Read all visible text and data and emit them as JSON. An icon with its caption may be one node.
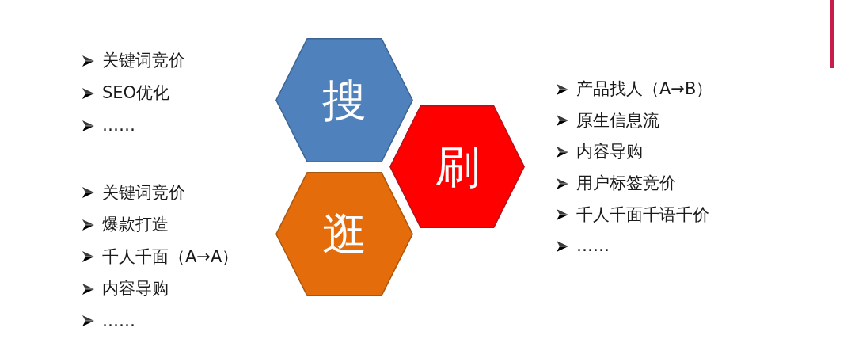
{
  "diagram": {
    "nodes": [
      {
        "text": [
          "搜"
        ],
        "beside": [
          "关键词竞价",
          "SEO优化",
          "……"
        ]
      },
      {
        "text": [
          "刷"
        ],
        "beside": [
          "产品找人（A→B）",
          "原生信息流",
          "内容导购",
          "用户标签竞价",
          "千人千面千语千价",
          "……"
        ]
      },
      {
        "text": [
          "逛"
        ],
        "beside": [
          "关键词竞价",
          "爆款打造",
          "千人千面（A→A）",
          "内容导购",
          "……"
        ]
      }
    ]
  }
}
